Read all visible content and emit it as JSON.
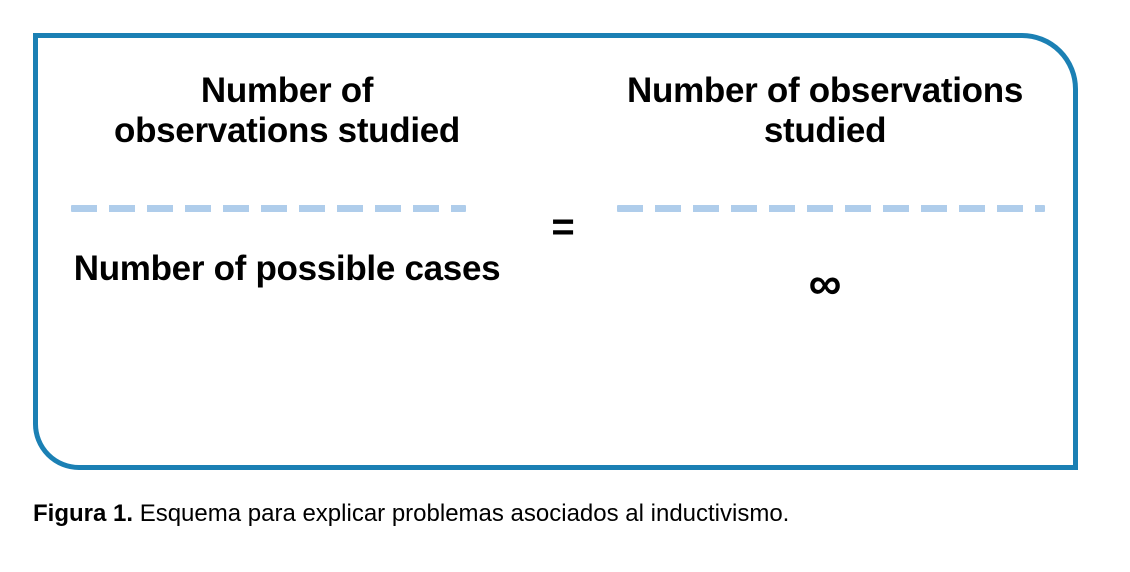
{
  "figure": {
    "frame": {
      "border_color": "#1b80b4",
      "background": "#ffffff"
    },
    "equation": {
      "left_fraction": {
        "numerator": "Number of observations studied",
        "denominator": "Number of possible cases",
        "bar_style": "dashed",
        "bar_color": "#afcdeb"
      },
      "operator": "=",
      "right_fraction": {
        "numerator": "Number of observations studied",
        "denominator": "∞",
        "bar_style": "dashed",
        "bar_color": "#afcdeb"
      }
    }
  },
  "caption": {
    "label": "Figura 1.",
    "text": " Esquema para explicar problemas asociados al inductivismo."
  }
}
